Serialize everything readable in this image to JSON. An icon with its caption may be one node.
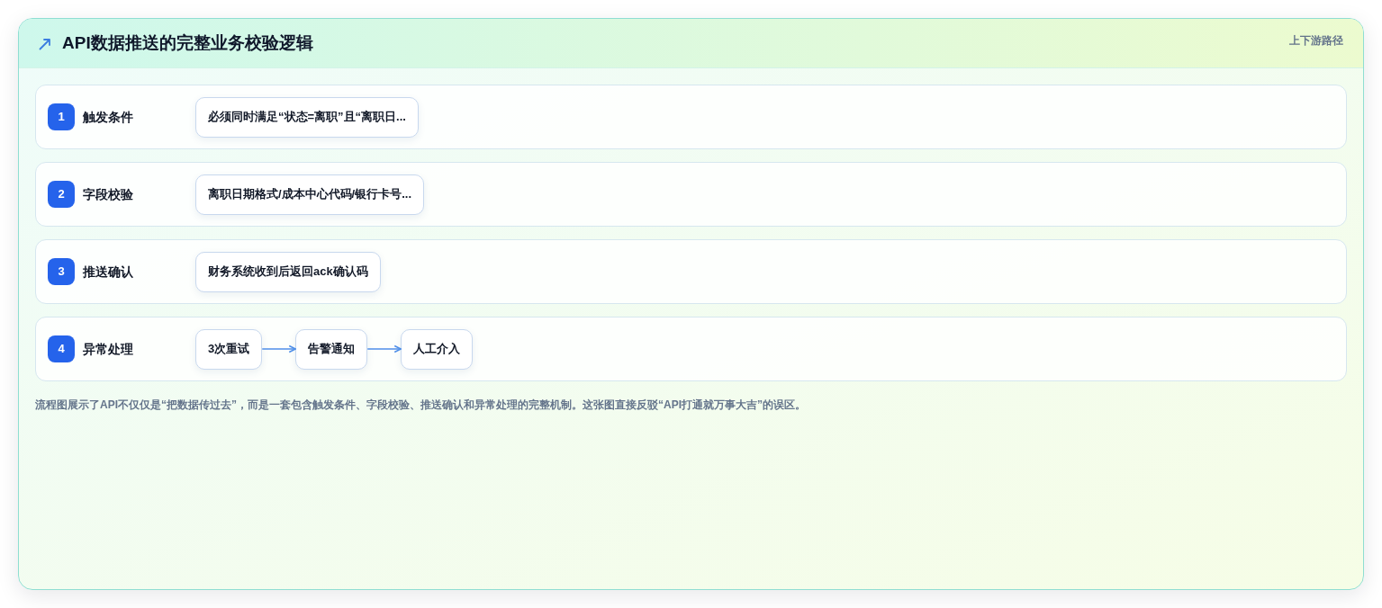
{
  "diagram": {
    "title": "API数据推送的完整业务校验逻辑",
    "caption": "流程图展示了API不仅仅是“把数据传过去”，而是一套包含触发条件、字段校验、推送确认和异常处理的完整机制。这张图直接反驳“API打通就万事大吉”的误区。",
    "nodes": [
      {
        "text": [
          "1",
          "触发条件"
        ]
      },
      {
        "text": [
          "必须同时满足“状态=离职”且“离职日..."
        ],
        "in": 0
      },
      {
        "text": [
          "2",
          "字段校验"
        ]
      },
      {
        "text": [
          "离职日期格式/成本中心代码/银行卡号..."
        ],
        "in": 2
      },
      {
        "text": [
          "3",
          "推送确认"
        ]
      },
      {
        "text": [
          "财务系统收到后返回ack确认码"
        ],
        "in": 4
      },
      {
        "text": [
          "4",
          "异常处理"
        ]
      },
      {
        "text": [
          "3次重试"
        ],
        "in": 6
      },
      {
        "text": [
          "告警通知"
        ],
        "in": 6
      },
      {
        "text": [
          "人工介入"
        ],
        "in": 6
      }
    ],
    "edges": [
      {
        "from": 7,
        "to": 8,
        "arrow": "to"
      },
      {
        "from": 8,
        "to": 9,
        "arrow": "to"
      }
    ],
    "labels": [
      "上下游路径"
    ]
  }
}
